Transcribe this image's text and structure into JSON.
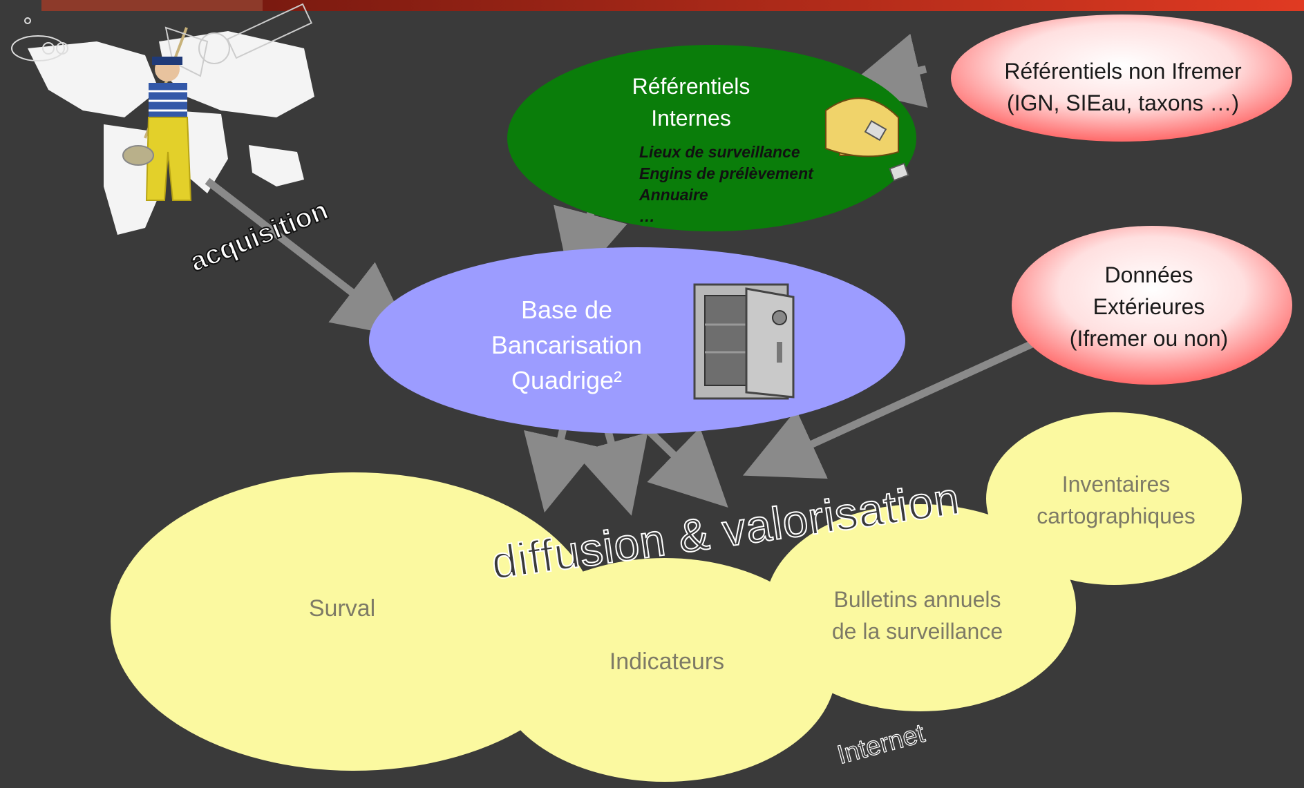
{
  "header_logo_text": "",
  "colors": {
    "background": "#3a3a3a",
    "header_bar": "#c9301f",
    "green_node": "#0a7d0a",
    "blue_node": "#9c9cff",
    "red_node": "#ff7070",
    "yellow_node": "#fbf9a0",
    "arrow": "#8a8a8a"
  },
  "nodes": {
    "referentiels_internes": {
      "title_line1": "Référentiels",
      "title_line2": "Internes",
      "items": [
        "Lieux de surveillance",
        "Engins de prélèvement",
        "Annuaire",
        "…"
      ]
    },
    "referentiels_non_ifremer": {
      "line1": "Référentiels non Ifremer",
      "line2": "(IGN, SIEau, taxons …)"
    },
    "base_bancarisation": {
      "line1": "Base de",
      "line2": "Bancarisation",
      "line3": "Quadrige²"
    },
    "donnees_exterieures": {
      "line1": "Données",
      "line2": "Extérieures",
      "line3": "(Ifremer ou non)"
    },
    "survall": {
      "label": "Surval"
    },
    "indicateurs": {
      "label": "Indicateurs"
    },
    "bulletins": {
      "line1": "Bulletins annuels",
      "line2": "de la surveillance"
    },
    "inventaires": {
      "line1": "Inventaires",
      "line2": "cartographiques"
    }
  },
  "labels": {
    "acquisition": "acquisition",
    "diffusion": "diffusion & valorisation",
    "internet": "Internet"
  },
  "icons": [
    "world-map-fisherman-icon",
    "mailbox-icon",
    "safe-icon"
  ]
}
